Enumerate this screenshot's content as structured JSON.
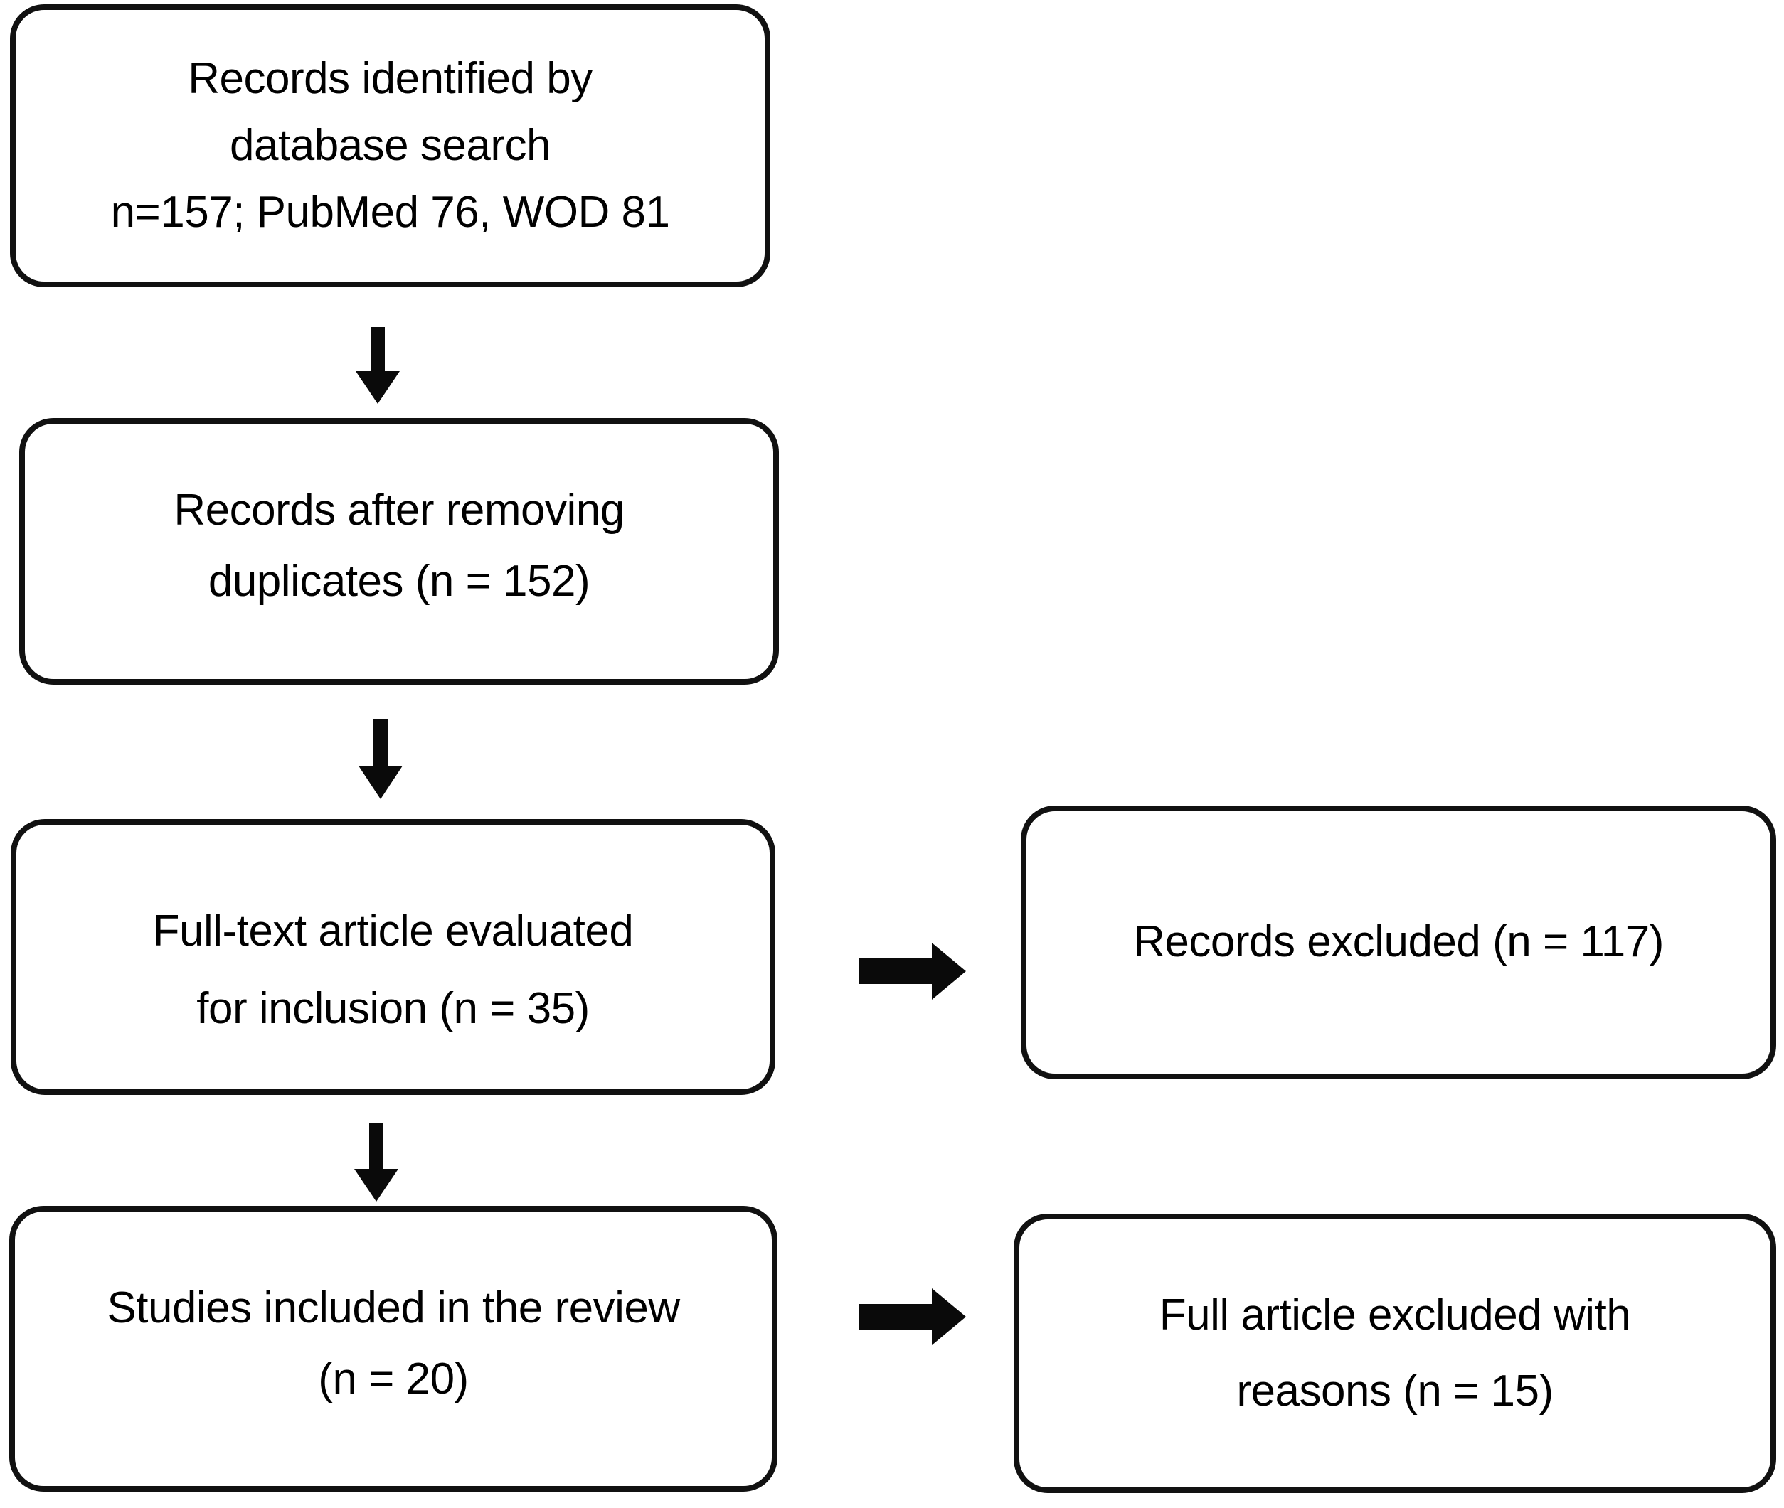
{
  "diagram": {
    "title": "PRISMA study selection flow diagram",
    "background_color": "#ffffff",
    "line_color": "#111111",
    "text_color": "#000000"
  },
  "boxes": {
    "identified": {
      "name": "records-identified-by-database-search",
      "lines": [
        "Records identified by",
        "database search",
        "n=157; PubMed 76, WOD 81"
      ],
      "n_total": 157,
      "sources": [
        {
          "label": "PubMed",
          "count": 76
        },
        {
          "label": "WOD",
          "count": 81
        }
      ]
    },
    "duplicates": {
      "name": "records-after-removing-duplicates",
      "lines": [
        "Records after removing",
        "duplicates (n = 152)"
      ],
      "n": 152
    },
    "fulltext": {
      "name": "full-text-article-evaluated-for-inclusion",
      "lines": [
        "Full-text article evaluated",
        "for inclusion (n = 35)"
      ],
      "n": 35
    },
    "excluded": {
      "name": "records-excluded",
      "lines": [
        "Records excluded (n = 117)"
      ],
      "n": 117
    },
    "included": {
      "name": "studies-included-in-the-review",
      "lines": [
        "Studies included in the review",
        "(n = 20)"
      ],
      "n": 20
    },
    "full_excluded": {
      "name": "full-article-excluded-with-reasons",
      "lines": [
        "Full article excluded with",
        "reasons (n = 15)"
      ],
      "n": 15
    }
  },
  "arrows": [
    {
      "name": "arrow-identified-to-duplicates",
      "direction": "down",
      "from": "identified",
      "to": "duplicates"
    },
    {
      "name": "arrow-duplicates-to-fulltext",
      "direction": "down",
      "from": "duplicates",
      "to": "fulltext"
    },
    {
      "name": "arrow-fulltext-to-excluded",
      "direction": "right",
      "from": "fulltext",
      "to": "excluded"
    },
    {
      "name": "arrow-fulltext-to-included",
      "direction": "down",
      "from": "fulltext",
      "to": "included"
    },
    {
      "name": "arrow-included-to-full-excluded",
      "direction": "right",
      "from": "included",
      "to": "full_excluded"
    }
  ]
}
